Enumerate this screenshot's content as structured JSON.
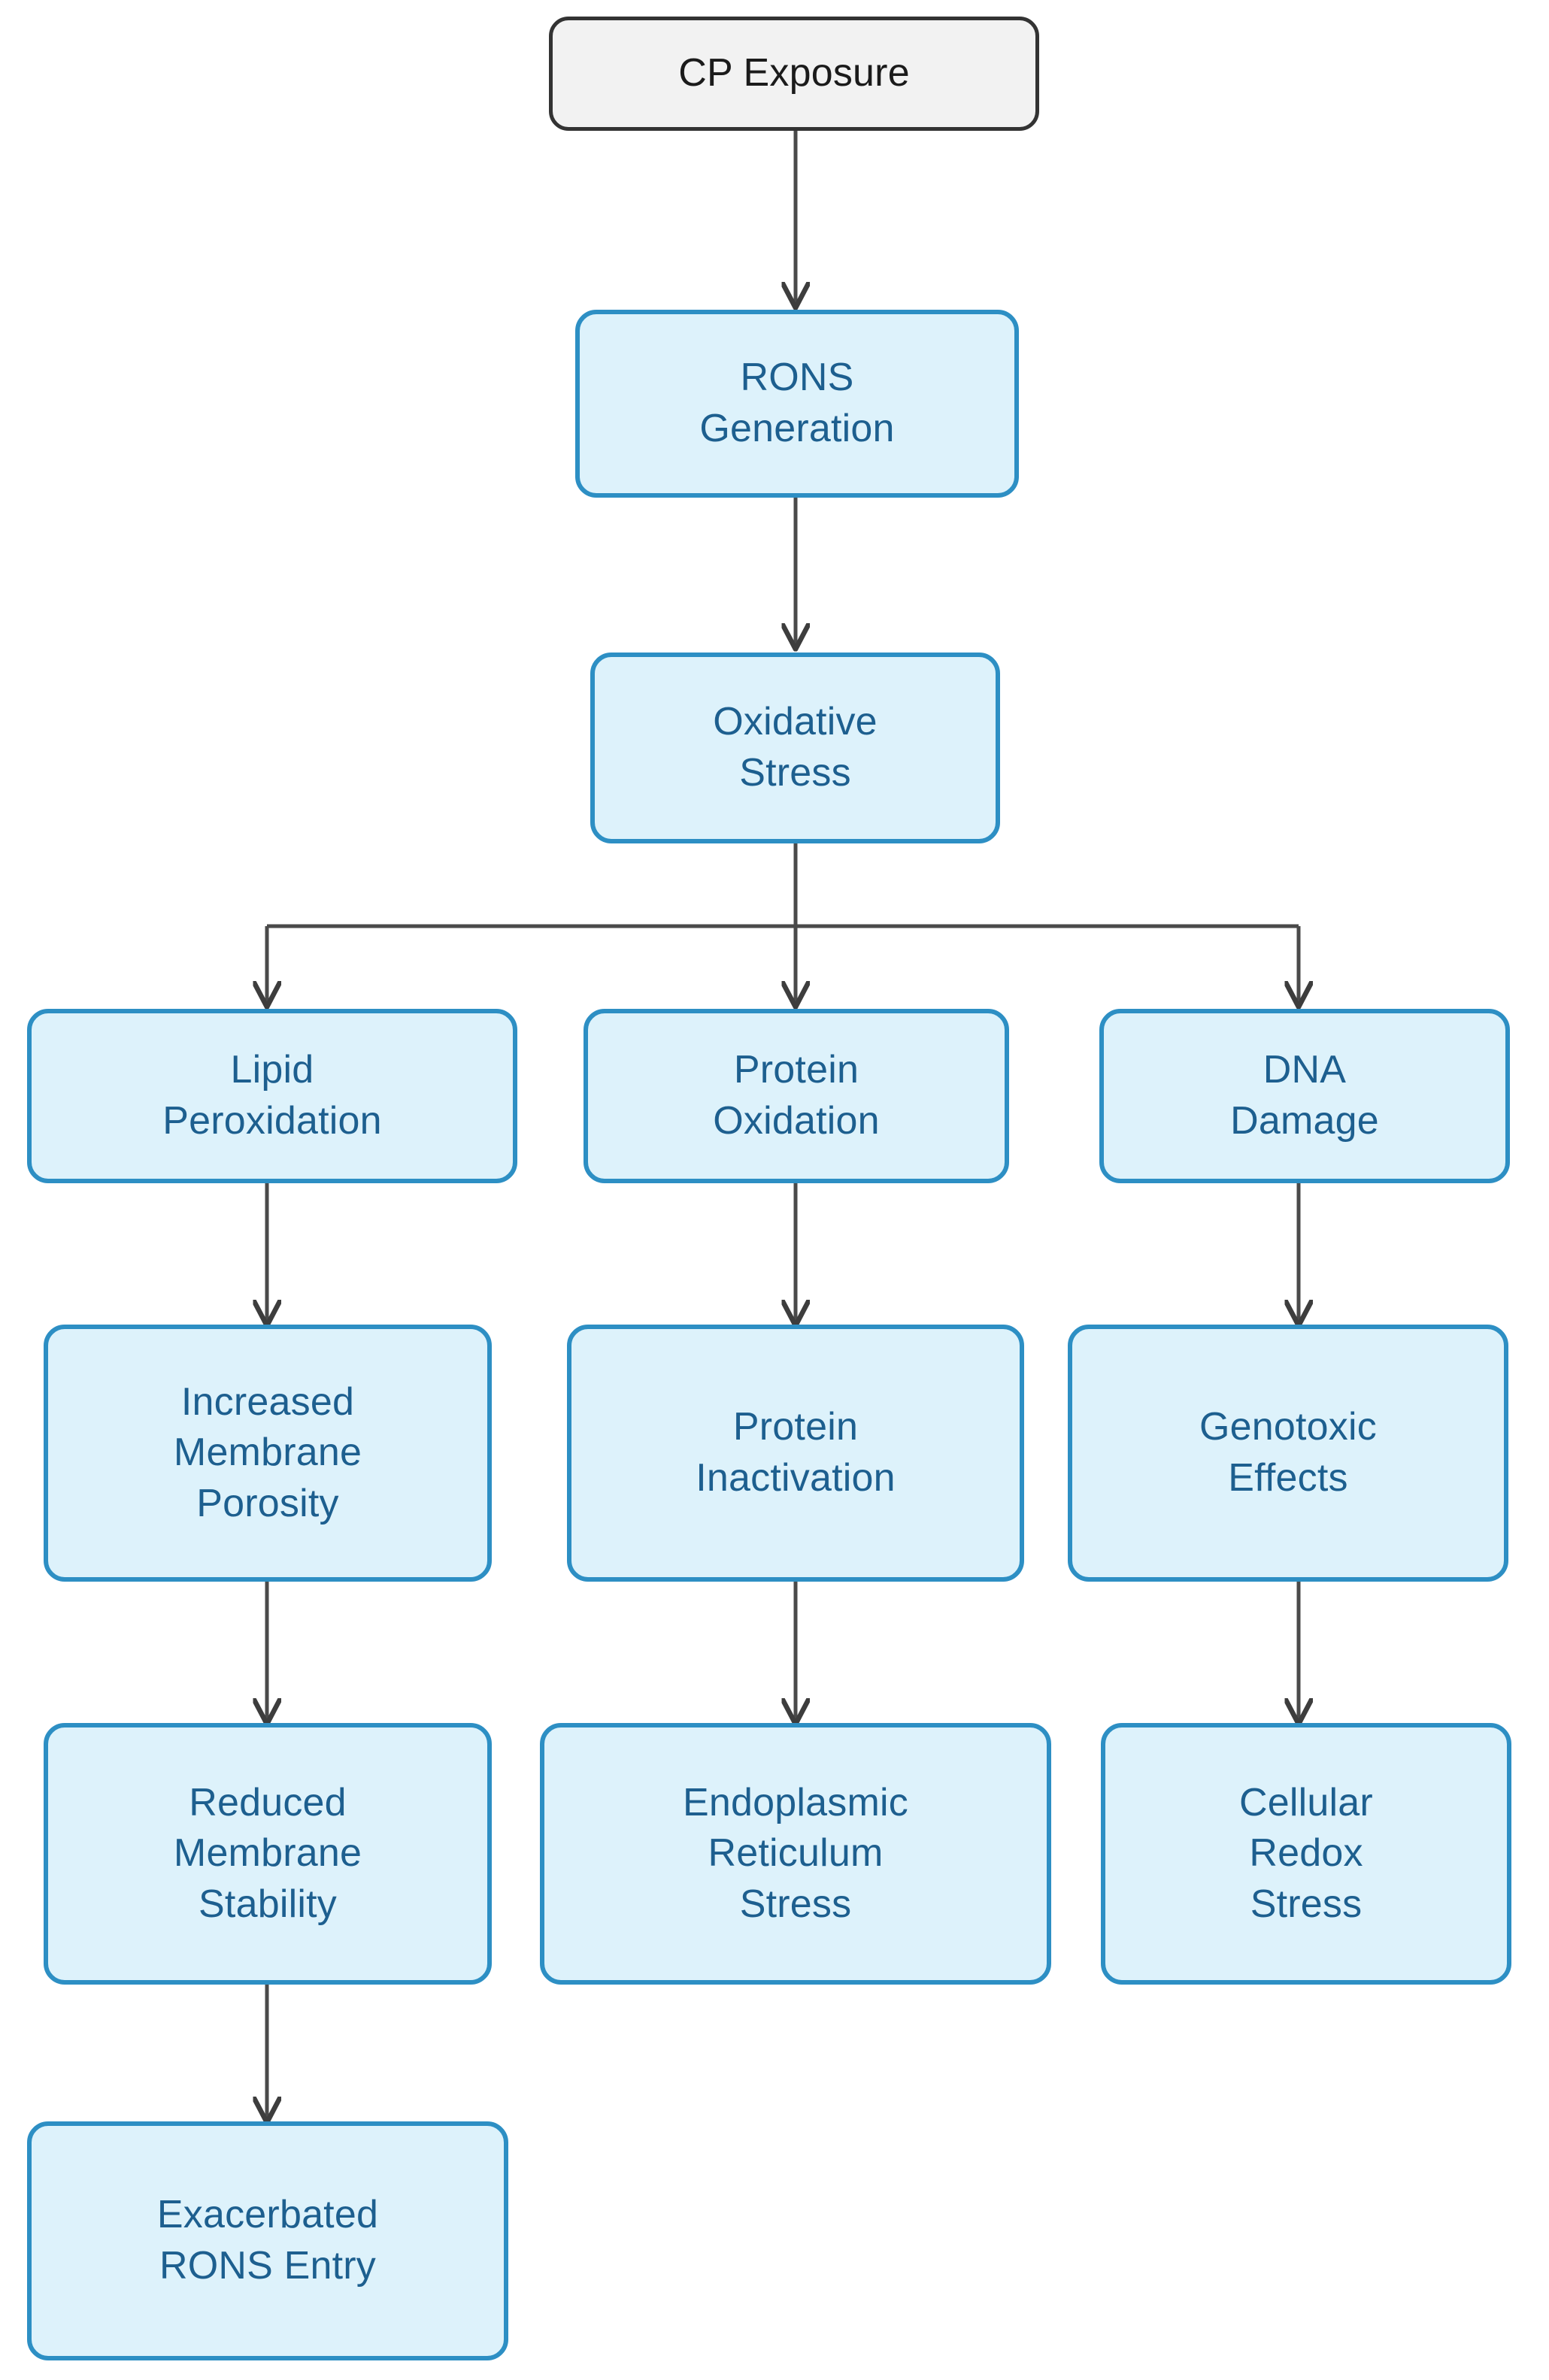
{
  "diagram": {
    "title": "CP Exposure oxidative stress cascade flowchart",
    "type": "flowchart",
    "orientation": "top-down",
    "colors": {
      "start_node_fill": "#f2f2f2",
      "start_node_border": "#333333",
      "start_node_text": "#1b1b1b",
      "node_fill": "#ddf2fb",
      "node_border": "#2d8fc4",
      "node_text": "#1d5f8f",
      "edge": "#444444",
      "background": "#ffffff"
    }
  },
  "nodes": [
    {
      "id": "cp_exposure",
      "label": "CP Exposure",
      "style": "start",
      "column": "center",
      "row": 1
    },
    {
      "id": "rons_generation",
      "label": "RONS\nGeneration",
      "style": "blue",
      "column": "center",
      "row": 2
    },
    {
      "id": "oxidative_stress",
      "label": "Oxidative\nStress",
      "style": "blue",
      "column": "center",
      "row": 3
    },
    {
      "id": "lipid_peroxidation",
      "label": "Lipid\nPeroxidation",
      "style": "blue",
      "column": "left",
      "row": 4
    },
    {
      "id": "protein_oxidation",
      "label": "Protein\nOxidation",
      "style": "blue",
      "column": "center",
      "row": 4
    },
    {
      "id": "dna_damage",
      "label": "DNA\nDamage",
      "style": "blue",
      "column": "right",
      "row": 4
    },
    {
      "id": "increased_membrane_porosity",
      "label": "Increased\nMembrane\nPorosity",
      "style": "blue",
      "column": "left",
      "row": 5
    },
    {
      "id": "protein_inactivation",
      "label": "Protein\nInactivation",
      "style": "blue",
      "column": "center",
      "row": 5
    },
    {
      "id": "genotoxic_effects",
      "label": "Genotoxic\nEffects",
      "style": "blue",
      "column": "right",
      "row": 5
    },
    {
      "id": "reduced_membrane_stability",
      "label": "Reduced\nMembrane\nStability",
      "style": "blue",
      "column": "left",
      "row": 6
    },
    {
      "id": "endoplasmic_reticulum_stress",
      "label": "Endoplasmic\nReticulum\nStress",
      "style": "blue",
      "column": "center",
      "row": 6
    },
    {
      "id": "cellular_redox_stress",
      "label": "Cellular\nRedox\nStress",
      "style": "blue",
      "column": "right",
      "row": 6
    },
    {
      "id": "exacerbated_rons_entry",
      "label": "Exacerbated\nRONS Entry",
      "style": "blue",
      "column": "left",
      "row": 7
    }
  ],
  "edges": [
    {
      "from": "cp_exposure",
      "to": "rons_generation",
      "arrow": true
    },
    {
      "from": "rons_generation",
      "to": "oxidative_stress",
      "arrow": true
    },
    {
      "from": "oxidative_stress",
      "to": "lipid_peroxidation",
      "arrow": true
    },
    {
      "from": "oxidative_stress",
      "to": "protein_oxidation",
      "arrow": true
    },
    {
      "from": "oxidative_stress",
      "to": "dna_damage",
      "arrow": true
    },
    {
      "from": "lipid_peroxidation",
      "to": "increased_membrane_porosity",
      "arrow": true
    },
    {
      "from": "protein_oxidation",
      "to": "protein_inactivation",
      "arrow": true
    },
    {
      "from": "dna_damage",
      "to": "genotoxic_effects",
      "arrow": true
    },
    {
      "from": "increased_membrane_porosity",
      "to": "reduced_membrane_stability",
      "arrow": true
    },
    {
      "from": "protein_inactivation",
      "to": "endoplasmic_reticulum_stress",
      "arrow": true
    },
    {
      "from": "genotoxic_effects",
      "to": "cellular_redox_stress",
      "arrow": true
    },
    {
      "from": "reduced_membrane_stability",
      "to": "exacerbated_rons_entry",
      "arrow": true
    }
  ]
}
